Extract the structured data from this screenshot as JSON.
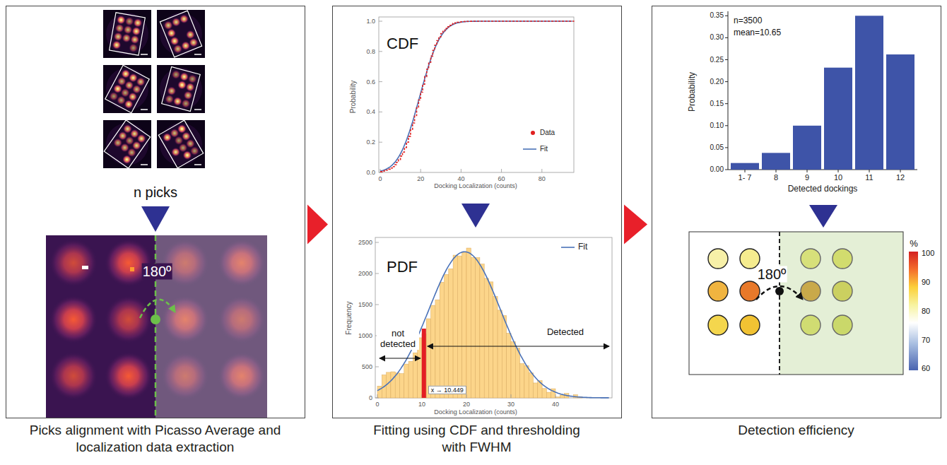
{
  "diagram": {
    "nodes": [
      {
        "text": [
          "Picks alignment with Picasso Average and localization data extraction"
        ]
      },
      {
        "text": [
          "Fitting using CDF and thresholding with FWHM"
        ]
      },
      {
        "text": [
          "Detection efficiency"
        ]
      }
    ],
    "edges": [
      {
        "from": 0,
        "to": 1,
        "arrow": "to"
      },
      {
        "from": 1,
        "to": 2,
        "arrow": "to"
      }
    ],
    "labels": [
      "n picks",
      "180º",
      "CDF",
      "Probability",
      "Docking Localization (counts)",
      "0.0",
      "0.2",
      "0.4",
      "0.6",
      "0.8",
      "1.0",
      "0",
      "20",
      "40",
      "60",
      "80",
      "PDF",
      "Frequency",
      "Docking Localization (counts)",
      "0",
      "500",
      "1000",
      "1500",
      "2000",
      "2500",
      "0",
      "10",
      "20",
      "30",
      "40",
      "not detected",
      "Detected",
      "x → 10.449",
      "n=3500",
      "mean=10.65",
      "Probability",
      "Detected dockings",
      "0.00",
      "0.05",
      "0.10",
      "0.15",
      "0.20",
      "0.25",
      "0.30",
      "0.35",
      "1- 7",
      "8",
      "9",
      "10",
      "11",
      "12",
      "180º",
      "%",
      "100",
      "90",
      "80",
      "70",
      "60"
    ],
    "legend": [
      {
        "text": "Data"
      },
      {
        "text": "Fit"
      },
      {
        "text": "Fit"
      }
    ]
  }
}
